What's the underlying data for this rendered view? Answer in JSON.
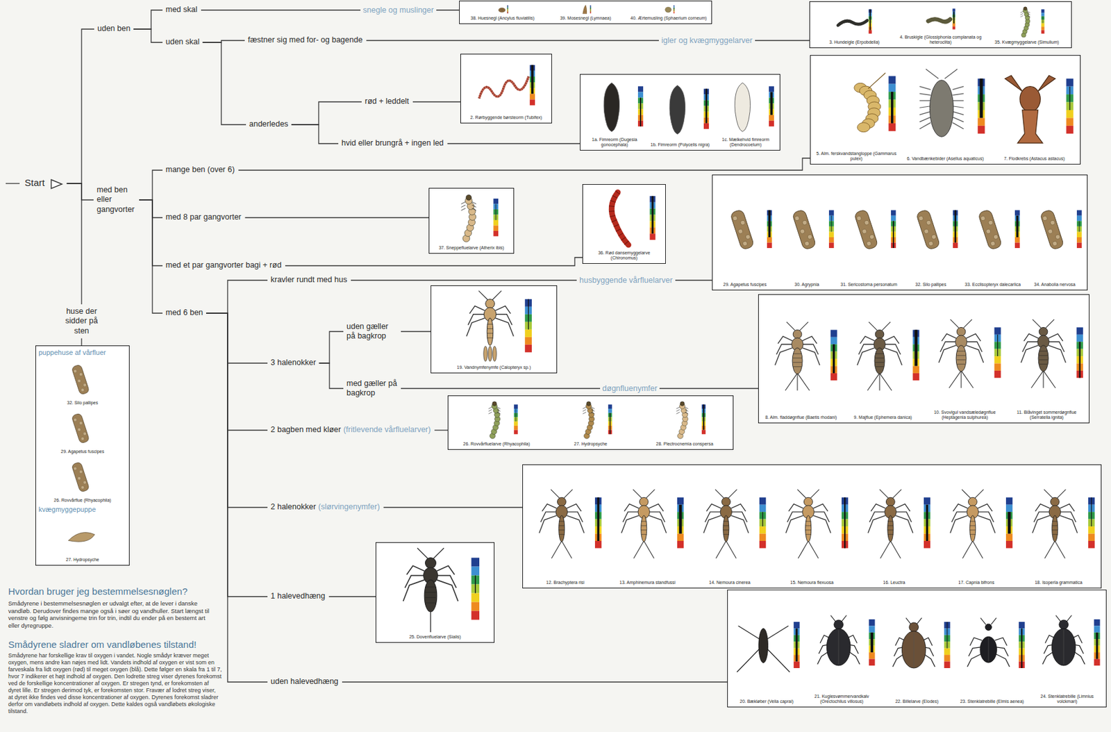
{
  "diagram": {
    "nodes": [
      {
        "text": [
          "Start"
        ]
      },
      {
        "text": [
          "uden ben"
        ]
      },
      {
        "text": [
          "med skal"
        ]
      },
      {
        "text": [
          "38. Huesnegl (Ancylus fluviatilis)",
          "39. Mosesnegl (Lymnaea)",
          "40. Ærtemusling (Sphaerium corneum)"
        ]
      },
      {
        "text": [
          "uden skal"
        ]
      },
      {
        "text": [
          "fæstner sig med for- og bagende"
        ]
      },
      {
        "text": [
          "3. Hundeigle (Erpobdella)",
          "4. Bruskigle (Glossiphonia complanata og heteroclita)",
          "35. Kvægmyggelarve (Simulium)"
        ]
      },
      {
        "text": [
          "anderledes"
        ]
      },
      {
        "text": [
          "rød + leddelt"
        ]
      },
      {
        "text": [
          "2. Rørbyggende børsteorm (Tubifex)"
        ]
      },
      {
        "text": [
          "hvid eller brungrå + ingen led"
        ]
      },
      {
        "text": [
          "1a. Fimreorm (Dugesia gonocephala)",
          "1b. Fimreorm (Polycelis nigra)",
          "1c. Mælkehvid fimreorm (Dendrocoelum)"
        ]
      },
      {
        "text": [
          "med ben eller gangvorter"
        ]
      },
      {
        "text": [
          "mange ben (over 6)"
        ]
      },
      {
        "text": [
          "5. Alm. ferskvandstangloppe (Gammarus pulex)",
          "6. Vandbænkebider (Asellus aquaticus)",
          "7. Flodkrebs (Astacus astacus)"
        ]
      },
      {
        "text": [
          "med 8 par gangvorter"
        ]
      },
      {
        "text": [
          "37. Sneppefluelarve (Atherix ibis)"
        ]
      },
      {
        "text": [
          "med et par gangvorter bagi + rød"
        ]
      },
      {
        "text": [
          "36. Rød dansemyggelarve (Chironomus)"
        ]
      },
      {
        "text": [
          "med 6 ben"
        ]
      },
      {
        "text": [
          "kravler rundt med hus"
        ]
      },
      {
        "text": [
          "29. Agapetus fuscipes",
          "30. Agrypnia",
          "31. Sericostoma personatum",
          "32. Silo pallipes",
          "33. Ecclisopteryx dalecarlica",
          "34. Anabolia nervosa"
        ]
      },
      {
        "text": [
          "3 halenokker"
        ]
      },
      {
        "text": [
          "uden gæller på bagkrop"
        ]
      },
      {
        "text": [
          "19. Vandnymfenymfe (Calopteryx sp.)"
        ]
      },
      {
        "text": [
          "med gæller på bagkrop"
        ]
      },
      {
        "text": [
          "8. Alm. fladdøgnflue (Baetis rhodani)",
          "9. Majflue (Ephemera danica)",
          "10. Svovlgul vandsæledøgnflue (Heptagenia sulphurea)",
          "11. Blåvinget sommerdøgnflue (Serratella ignita)"
        ]
      },
      {
        "text": [
          "2 bagben med kløer",
          "(fritlevende vårfluelarver)"
        ]
      },
      {
        "text": [
          "26. Rovvårfluelarve (Rhyacophila)",
          "27. Hydropsyche",
          "28. Plectrocnemia conspersa"
        ]
      },
      {
        "text": [
          "2 halenokker",
          "(slørvingenymfer)"
        ]
      },
      {
        "text": [
          "12. Brachyptera risi",
          "13. Amphinemura standfussi",
          "14. Nemoura cinerea",
          "15. Nemoura flexuosa",
          "16. Leuctra",
          "17. Capnia bifrons",
          "18. Isoperla grammatica"
        ]
      },
      {
        "text": [
          "1 halevedhæng"
        ]
      },
      {
        "text": [
          "25. Dovenfluelarve (Sialis)"
        ]
      },
      {
        "text": [
          "uden halevedhæng"
        ]
      },
      {
        "text": [
          "20. Bækløber (Velia caprai)",
          "21. Kuglesvømmervandkalv (Orectochilus villosus)",
          "22. Billelarve (Elodes)",
          "23. Stenklatrebille (Elmis aenea)",
          "24. Stenklatrebille (Limnius volckmari)"
        ]
      },
      {
        "text": [
          "huse der sidder på sten"
        ]
      },
      {
        "text": [
          "puppehuse af vårfluer",
          "32. Silo pallipes",
          "29. Agapetus fuscipes",
          "26. Rovvårflue (Rhyacophila)",
          "kvægmyggepuppe",
          "27. Hydropsyche"
        ]
      }
    ],
    "edges": [
      {
        "from": 0,
        "to": 1,
        "arrow": "none"
      },
      {
        "from": 1,
        "to": 2,
        "arrow": "none"
      },
      {
        "from": 2,
        "to": 3,
        "label": "snegle og muslinger",
        "arrow": "none"
      },
      {
        "from": 1,
        "to": 4,
        "arrow": "none"
      },
      {
        "from": 4,
        "to": 5,
        "arrow": "none"
      },
      {
        "from": 5,
        "to": 6,
        "label": "igler og kvægmyggelarver",
        "arrow": "none"
      },
      {
        "from": 4,
        "to": 7,
        "arrow": "none"
      },
      {
        "from": 7,
        "to": 8,
        "arrow": "none"
      },
      {
        "from": 8,
        "to": 9,
        "arrow": "none"
      },
      {
        "from": 7,
        "to": 10,
        "arrow": "none"
      },
      {
        "from": 10,
        "to": 11,
        "arrow": "none"
      },
      {
        "from": 0,
        "to": 12,
        "arrow": "none"
      },
      {
        "from": 12,
        "to": 13,
        "arrow": "none"
      },
      {
        "from": 13,
        "to": 14,
        "arrow": "none"
      },
      {
        "from": 12,
        "to": 15,
        "arrow": "none"
      },
      {
        "from": 15,
        "to": 16,
        "arrow": "none"
      },
      {
        "from": 12,
        "to": 17,
        "arrow": "none"
      },
      {
        "from": 17,
        "to": 18,
        "arrow": "none"
      },
      {
        "from": 12,
        "to": 19,
        "arrow": "none"
      },
      {
        "from": 19,
        "to": 20,
        "arrow": "none"
      },
      {
        "from": 20,
        "to": 21,
        "label": "husbyggende vårfluelarver",
        "arrow": "none"
      },
      {
        "from": 19,
        "to": 22,
        "arrow": "none"
      },
      {
        "from": 22,
        "to": 23,
        "arrow": "none"
      },
      {
        "from": 23,
        "to": 24,
        "arrow": "none"
      },
      {
        "from": 22,
        "to": 25,
        "arrow": "none"
      },
      {
        "from": 25,
        "to": 26,
        "label": "døgnfluenymfer",
        "arrow": "none"
      },
      {
        "from": 19,
        "to": 27,
        "arrow": "none"
      },
      {
        "from": 27,
        "to": 28,
        "arrow": "none"
      },
      {
        "from": 19,
        "to": 29,
        "arrow": "none"
      },
      {
        "from": 29,
        "to": 30,
        "arrow": "none"
      },
      {
        "from": 19,
        "to": 31,
        "arrow": "none"
      },
      {
        "from": 31,
        "to": 32,
        "arrow": "none"
      },
      {
        "from": 19,
        "to": 33,
        "arrow": "none"
      },
      {
        "from": 33,
        "to": 34,
        "arrow": "none"
      },
      {
        "from": 0,
        "to": 35,
        "arrow": "none"
      },
      {
        "from": 35,
        "to": 36,
        "arrow": "none"
      }
    ],
    "labels": [
      "Hvordan bruger jeg bestemmelsesnøglen?",
      "Smådyrene i bestemmelsesnøglen er udvalgt efter, at de lever i danske vandløb. Derudover findes mange også i søer og vandhuller. Start længst til venstre og følg anvisningerne trin for trin, indtil du ender på en bestemt art eller dyregruppe.",
      "Smådyrene sladrer om vandløbenes tilstand!",
      "Smådyrene har forskellige krav til oxygen i vandet. Nogle smådyr kræver meget oxygen, mens andre kan nøjes med lidt. Vandets indhold af oxygen er vist som en farveskala fra lidt oxygen (rød) til meget oxygen (blå). Dette følger en skala fra 1 til 7, hvor 7 indikerer et højt indhold af oxygen. Den lodrette streg viser dyrenes forekomst ved de forskellige koncentrationer af oxygen. Er stregen tynd, er forekomsten af dyret lille. Er stregen derimod tyk, er forekomsten stor. Fravær af lodret streg viser, at dyret ikke findes ved disse koncentrationer af oxygen. Dyrenes forekomst sladrer derfor om vandløbets indhold af oxygen. Dette kaldes også vandløbets økologiske tilstand."
    ]
  }
}
